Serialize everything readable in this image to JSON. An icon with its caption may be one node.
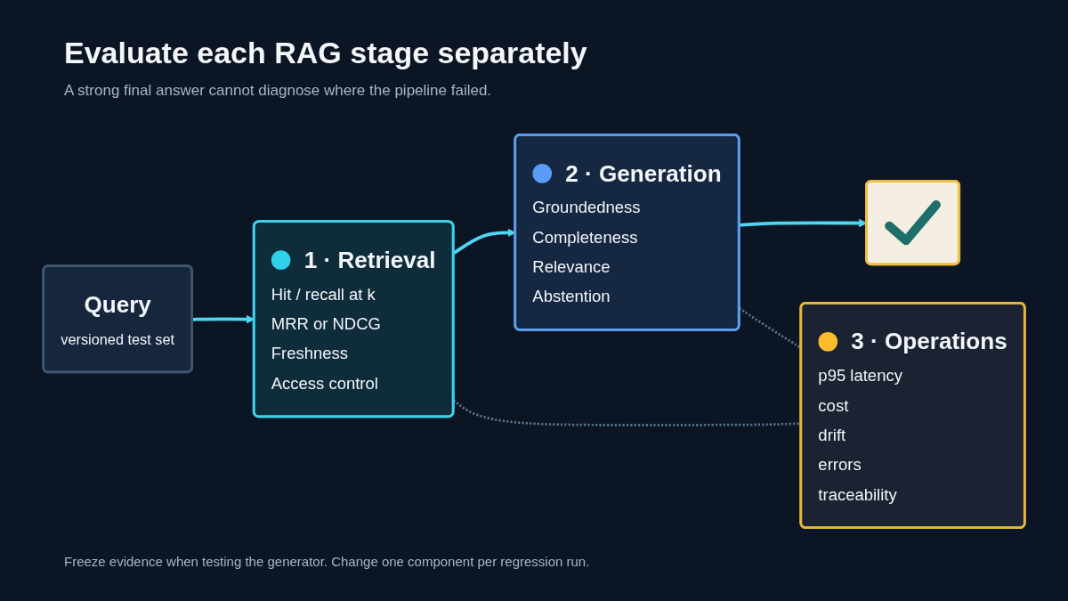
{
  "diagram": {
    "title": "Evaluate each RAG stage separately",
    "caption": "Freeze evidence when testing the generator. Change one component per regression run.",
    "nodes": [
      {
        "text": [
          "Query",
          "versioned test set"
        ]
      },
      {
        "text": [
          "1 · Retrieval",
          "Hit / recall at k",
          "MRR or NDCG",
          "Freshness",
          "Access control"
        ]
      },
      {
        "text": [
          "2 · Generation",
          "Groundedness",
          "Completeness",
          "Relevance",
          "Abstention"
        ]
      },
      {
        "text": [],
        "shape": "box"
      },
      {
        "text": [
          "3 · Operations",
          "p95 latency",
          "cost",
          "drift",
          "errors",
          "traceability"
        ]
      }
    ],
    "edges": [
      {
        "from": 0,
        "to": 1,
        "arrow": "to"
      },
      {
        "from": 1,
        "to": 2,
        "arrow": "to"
      },
      {
        "from": 2,
        "to": 3,
        "arrow": "to"
      },
      {
        "from": 1,
        "to": 4,
        "arrow": "none",
        "style": "dashed",
        "color": "#5b7590"
      },
      {
        "from": 2,
        "to": 4,
        "arrow": "none",
        "style": "dashed",
        "color": "#5b7590"
      }
    ],
    "labels": [
      "A strong final answer cannot diagnose where the pipeline failed."
    ]
  }
}
